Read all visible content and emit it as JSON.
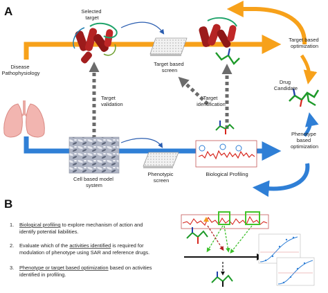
{
  "panel_a": {
    "letter": "A",
    "labels": {
      "selected_target": [
        "Selected",
        "target"
      ],
      "disease": [
        "Disease",
        "Pathophysiology"
      ],
      "target_screen": [
        "Target based",
        "screen"
      ],
      "target_validation": [
        "Target",
        "validation"
      ],
      "target_identification": [
        "Target",
        "identification"
      ],
      "target_optimization": [
        "Target based",
        "optimization"
      ],
      "drug_candidate": [
        "Drug",
        "Candidate"
      ],
      "cell_model": [
        "Cell based model",
        "system"
      ],
      "phenotypic_screen": [
        "Phenotypic",
        "screen"
      ],
      "bio_profiling": "Biological Profiling",
      "phenotype_optimization": [
        "Phenotype",
        "based",
        "optimization"
      ]
    },
    "colors": {
      "orange_path": "#f7a11a",
      "blue_path": "#2f7fd6",
      "grey_arrow": "#6b6b6b"
    }
  },
  "panel_b": {
    "letter": "B",
    "steps": [
      {
        "num": "1.",
        "underlined": "Biological profiling",
        "line1_rest": " to explore mechanism of action and",
        "line2": "identify potential liabilities."
      },
      {
        "num": "2.",
        "line1_pre": "Evaluate which of the ",
        "underlined": "activities identified",
        "line1_rest": " is required for",
        "line2": "modulation of phenotype using SAR and reference drugs."
      },
      {
        "num": "3.",
        "underlined": "Phenotype or target based optimization",
        "line1_rest": " based on activities",
        "line2": "identified in profiling."
      }
    ],
    "colors": {
      "highlight_green": "#42c42a",
      "marker_red": "#d7261e",
      "dashed_green": "#3cbf2a",
      "dashed_red": "#b22222"
    }
  }
}
